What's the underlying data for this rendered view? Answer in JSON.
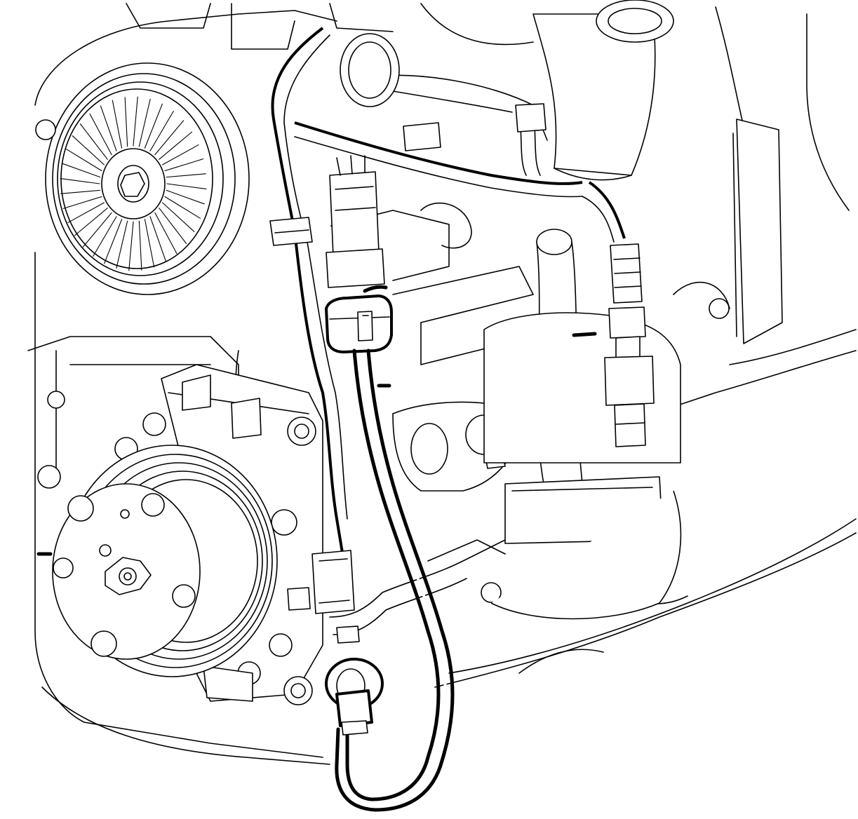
{
  "figure": {
    "style": "black line-art technical illustration",
    "colors": {
      "line": "#000000",
      "background": "#ffffff"
    },
    "components": [
      "accessory-drive-pulley",
      "ac-compressor",
      "ac-compressor-clutch",
      "wiring-harness",
      "highlighted-sensor-connector",
      "highlighted-sensor-harness",
      "highlighted-sensor",
      "pressure-sensor",
      "pipe-elbow",
      "bracket-plate",
      "engine-block-outline"
    ]
  }
}
